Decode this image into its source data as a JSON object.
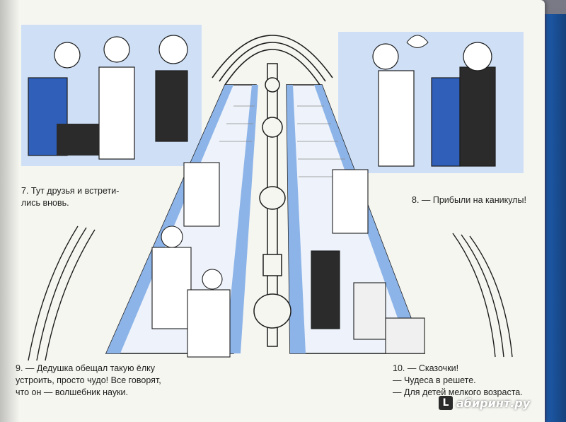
{
  "captions": {
    "c7": [
      "7. Тут друзья и встрети-",
      "лись вновь."
    ],
    "c8": [
      "8. — Прибыли на каникулы!"
    ],
    "c9": [
      "9. — Дедушка обещал такую ёлку",
      "устроить, просто чудо! Все говорят,",
      "что он — волшебник науки."
    ],
    "c10": [
      "10. — Сказочки!",
      "— Чудеса в решете.",
      "— Для детей мелкого возраста."
    ]
  },
  "watermark": {
    "logo_letter": "L",
    "text": "абиринт.ру"
  },
  "colors": {
    "page": "#f6f6f1",
    "accent_blue": "#8db4e8",
    "ink": "#1d1d1d",
    "uniform_blue": "#2f5fb8"
  },
  "icons": [
    "escalator-illustration",
    "children-group-illustration",
    "lamp-post-icon"
  ]
}
